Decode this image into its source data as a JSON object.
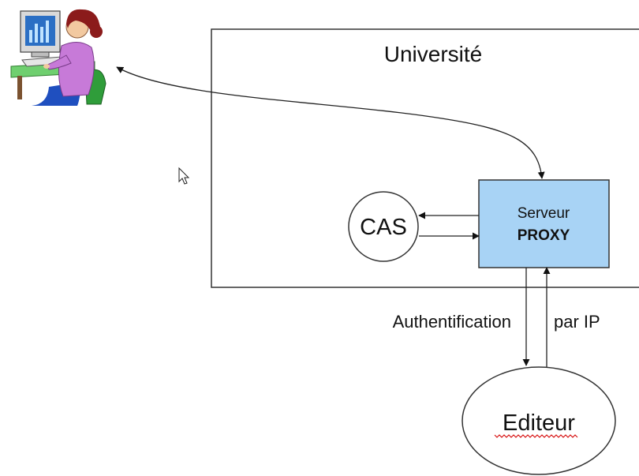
{
  "universite_label": "Université",
  "cas_label": "CAS",
  "proxy": {
    "line1": "Serveur",
    "line2": "PROXY"
  },
  "auth_label": "Authentification",
  "par_ip_label": "par IP",
  "editeur_label": "Editeur",
  "colors": {
    "proxy_fill": "#a8d3f5",
    "stroke": "#222222",
    "spellcheck_underline": "#d40000"
  },
  "icons": [
    "user-at-computer-icon",
    "mouse-cursor-icon"
  ]
}
